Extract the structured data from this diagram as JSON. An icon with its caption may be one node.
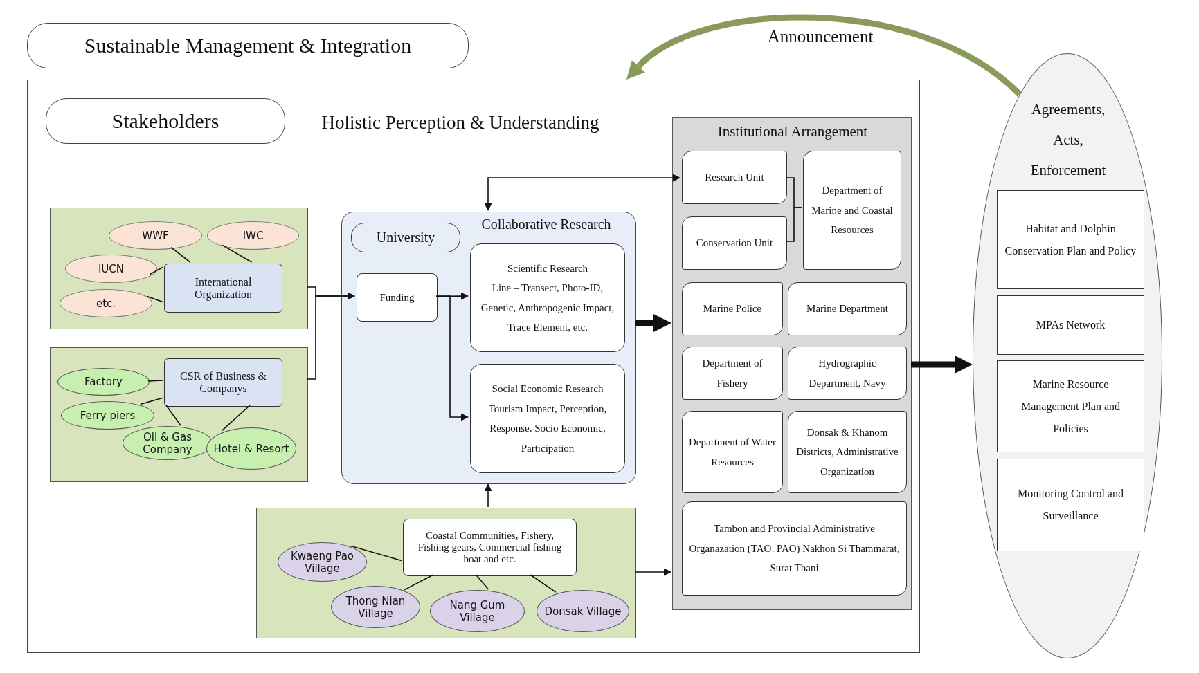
{
  "diagram": {
    "nodes": [
      {
        "text": [
          "Sustainable Management & Integration"
        ]
      },
      {
        "text": [
          "Holistic Perception & Understanding"
        ]
      },
      {
        "text": [
          "Stakeholders"
        ],
        "in": 1
      },
      {
        "text": [],
        "shape": "box",
        "in": 1
      },
      {
        "text": [
          "WWF"
        ],
        "in": 3
      },
      {
        "text": [
          "IWC"
        ],
        "in": 3
      },
      {
        "text": [
          "IUCN"
        ],
        "in": 3
      },
      {
        "text": [
          "etc."
        ],
        "in": 3
      },
      {
        "text": [
          "International Organization"
        ],
        "in": 3
      },
      {
        "text": [],
        "shape": "box",
        "in": 1
      },
      {
        "text": [
          "Factory"
        ],
        "in": 9
      },
      {
        "text": [
          "Ferry piers"
        ],
        "in": 9
      },
      {
        "text": [
          "Oil & Gas Company"
        ],
        "in": 9
      },
      {
        "text": [
          "Hotel & Resort"
        ],
        "in": 9
      },
      {
        "text": [
          "CSR of Business & Companys"
        ],
        "in": 9
      },
      {
        "text": [
          "Collaborative Research"
        ],
        "in": 1
      },
      {
        "text": [
          "University"
        ],
        "in": 15
      },
      {
        "text": [
          "Funding"
        ],
        "in": 15
      },
      {
        "text": [
          "Scientific Research",
          "Line – Transect, Photo-ID, Genetic, Anthropogenic Impact, Trace Element, etc."
        ],
        "in": 15
      },
      {
        "text": [
          "Social Economic Research",
          "Tourism Impact, Perception, Response, Socio Economic, Participation"
        ],
        "in": 15
      },
      {
        "text": [],
        "shape": "box",
        "in": 1
      },
      {
        "text": [
          "Coastal Communities, Fishery, Fishing gears, Commercial fishing boat and etc."
        ],
        "in": 20
      },
      {
        "text": [
          "Kwaeng Pao Village"
        ],
        "in": 20
      },
      {
        "text": [
          "Thong Nian Village"
        ],
        "in": 20
      },
      {
        "text": [
          "Nang Gum Village"
        ],
        "in": 20
      },
      {
        "text": [
          "Donsak Village"
        ],
        "in": 20
      },
      {
        "text": [
          "Institutional Arrangement"
        ],
        "in": 1
      },
      {
        "text": [
          "Research Unit"
        ],
        "in": 26
      },
      {
        "text": [
          "Conservation Unit"
        ],
        "in": 26
      },
      {
        "text": [
          "Department of Marine and Coastal Resources"
        ],
        "in": 26
      },
      {
        "text": [
          "Marine Police"
        ],
        "in": 26
      },
      {
        "text": [
          "Marine Department"
        ],
        "in": 26
      },
      {
        "text": [
          "Department of Fishery"
        ],
        "in": 26
      },
      {
        "text": [
          "Hydrographic Department, Navy"
        ],
        "in": 26
      },
      {
        "text": [
          "Department of Water Resources"
        ],
        "in": 26
      },
      {
        "text": [
          "Donsak & Khanom Districts, Administrative Organization"
        ],
        "in": 26
      },
      {
        "text": [
          "Tambon and Provincial Administrative Organazation (TAO, PAO) Nakhon Si Thammarat, Surat Thani"
        ],
        "in": 26
      },
      {
        "text": [
          "Agreements, Acts, Enforcement"
        ]
      },
      {
        "text": [
          "Habitat and Dolphin Conservation Plan and Policy"
        ],
        "in": 37
      },
      {
        "text": [
          "MPAs Network"
        ],
        "in": 37
      },
      {
        "text": [
          "Marine Resource Management Plan and Policies"
        ],
        "in": 37
      },
      {
        "text": [
          "Monitoring Control and Surveillance"
        ],
        "in": 37
      }
    ],
    "edges": [
      {
        "from": 4,
        "to": 8,
        "arrow": "none"
      },
      {
        "from": 5,
        "to": 8,
        "arrow": "none"
      },
      {
        "from": 6,
        "to": 8,
        "arrow": "none"
      },
      {
        "from": 7,
        "to": 8,
        "arrow": "none"
      },
      {
        "from": 10,
        "to": 14,
        "arrow": "none"
      },
      {
        "from": 11,
        "to": 14,
        "arrow": "none"
      },
      {
        "from": 12,
        "to": 14,
        "arrow": "none"
      },
      {
        "from": 13,
        "to": 14,
        "arrow": "none"
      },
      {
        "from": 3,
        "to": 17,
        "arrow": "to"
      },
      {
        "from": 9,
        "to": 17,
        "arrow": "to"
      },
      {
        "from": 17,
        "to": 18,
        "arrow": "to"
      },
      {
        "from": 17,
        "to": 19,
        "arrow": "to"
      },
      {
        "from": 22,
        "to": 21,
        "arrow": "none"
      },
      {
        "from": 23,
        "to": 21,
        "arrow": "none"
      },
      {
        "from": 24,
        "to": 21,
        "arrow": "none"
      },
      {
        "from": 25,
        "to": 21,
        "arrow": "none"
      },
      {
        "from": 20,
        "to": 15,
        "arrow": "to"
      },
      {
        "from": 20,
        "to": 26,
        "arrow": "to"
      },
      {
        "from": 15,
        "to": 27,
        "arrow": "both"
      },
      {
        "from": 15,
        "to": 26,
        "arrow": "to",
        "style": "thick"
      },
      {
        "from": 27,
        "to": 29,
        "arrow": "none"
      },
      {
        "from": 28,
        "to": 29,
        "arrow": "none"
      },
      {
        "from": 26,
        "to": 37,
        "arrow": "to",
        "style": "thick"
      },
      {
        "from": 37,
        "to": 1,
        "arrow": "to",
        "label": "Announcement",
        "style": "thick",
        "color": "#8a9a5b"
      }
    ]
  }
}
